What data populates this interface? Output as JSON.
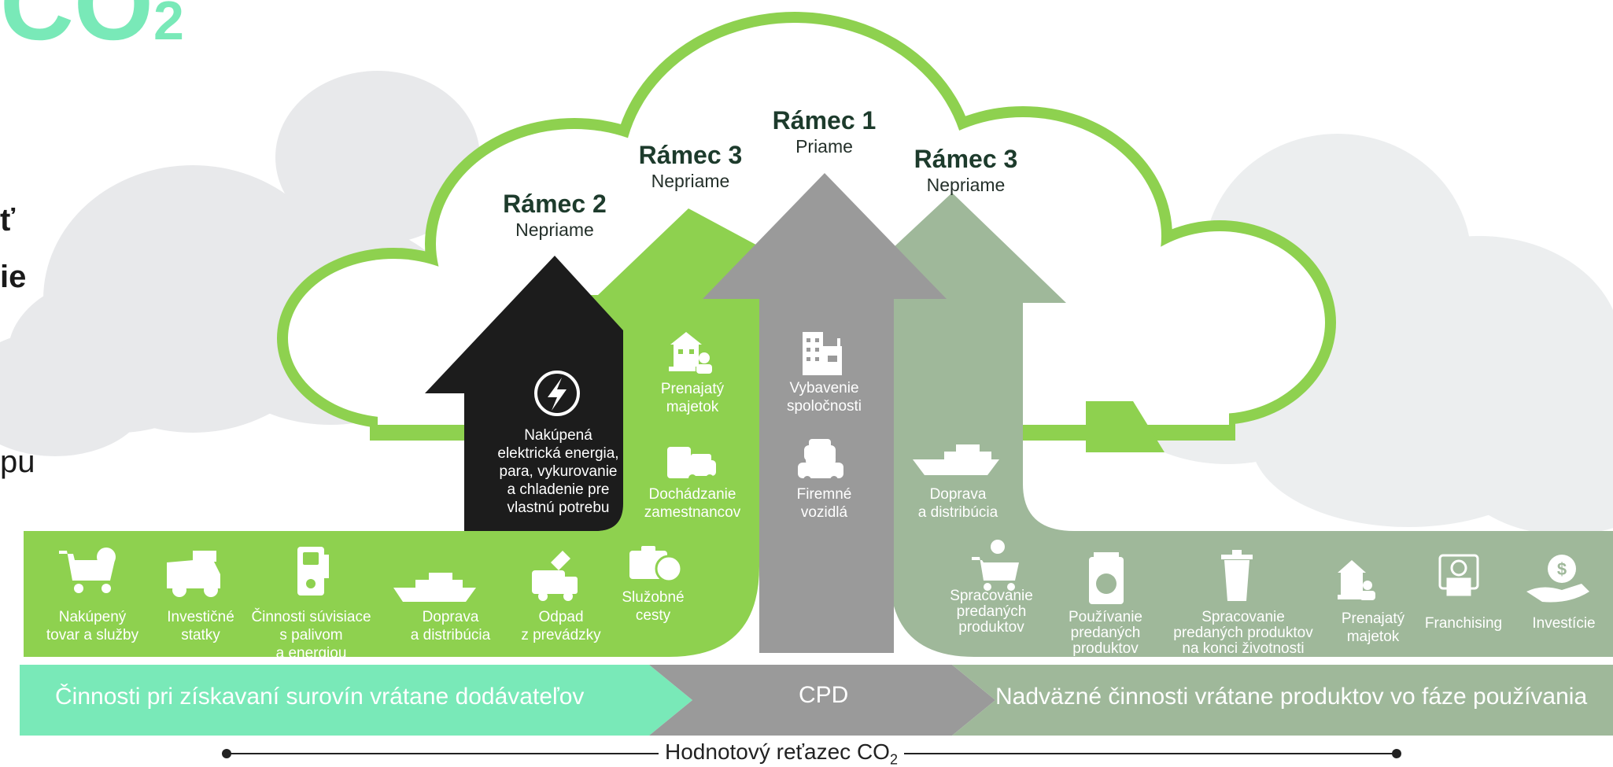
{
  "heading": {
    "co2": "CO",
    "sub2": "2"
  },
  "left_fragments": [
    "ť",
    "ie",
    "pu"
  ],
  "scopes": [
    {
      "title": "Rámec 2",
      "subtitle": "Nepriame"
    },
    {
      "title": "Rámec 3",
      "subtitle": "Nepriame"
    },
    {
      "title": "Rámec 1",
      "subtitle": "Priame"
    },
    {
      "title": "Rámec 3",
      "subtitle": "Nepriame"
    }
  ],
  "arrow_items": {
    "scope2": [
      "Nakúpená",
      "elektrická energia,",
      "para, vykurovanie",
      "a chladenie pre",
      "vlastnú potrebu"
    ],
    "scope3_left": [
      [
        "Prenajatý",
        "majetok"
      ],
      [
        "Dochádzanie",
        "zamestnancov"
      ]
    ],
    "scope1": [
      [
        "Vybavenie",
        "spoločnosti"
      ],
      [
        "Firemné",
        "vozidlá"
      ]
    ],
    "scope3_right": [
      [
        "Doprava",
        "a distribúcia"
      ]
    ]
  },
  "upstream_items": [
    [
      "Nakúpený",
      "tovar a služby"
    ],
    [
      "Investičné",
      "statky"
    ],
    [
      "Činnosti súvisiace",
      "s palivom",
      "a energiou"
    ],
    [
      "Doprava",
      "a distribúcia"
    ],
    [
      "Odpad",
      "z prevádzky"
    ],
    [
      "Služobné",
      "cesty"
    ]
  ],
  "downstream_items": [
    [
      "Spracovanie",
      "predaných",
      "produktov"
    ],
    [
      "Používanie",
      "predaných",
      "produktov"
    ],
    [
      "Spracovanie",
      "predaných produktov",
      "na konci životnosti"
    ],
    [
      "Prenajatý",
      "majetok"
    ],
    [
      "Franchising"
    ],
    [
      "Investície"
    ]
  ],
  "chevrons": {
    "upstream": "Činnosti pri získavaní surovín vrátane dodávateľov",
    "cpd": "CPD",
    "downstream": "Nadväzné činnosti vrátane produktov vo fáze používania"
  },
  "axis": {
    "label": "Hodnotový reťazec CO",
    "sub": "2"
  },
  "colors": {
    "mint": "#79e9b8",
    "green": "#8ed14f",
    "grey": "#9a9a9a",
    "sage": "#9fb89a",
    "black": "#1c1c1c",
    "cloud_outline": "#8ed14f",
    "light_cloud": "#e7e8ea"
  },
  "icons": [
    "cart-icon",
    "truck-icon",
    "fuel-pump-icon",
    "ship-icon",
    "garbage-truck-icon",
    "suitcase-icon",
    "lightning-icon",
    "building-lease-icon",
    "car-icon",
    "office-building-icon",
    "cars-icon",
    "ship-icon",
    "cart-gear-icon",
    "jar-icon",
    "trash-can-icon",
    "building-lease-icon",
    "franchise-icon",
    "money-hand-icon"
  ]
}
